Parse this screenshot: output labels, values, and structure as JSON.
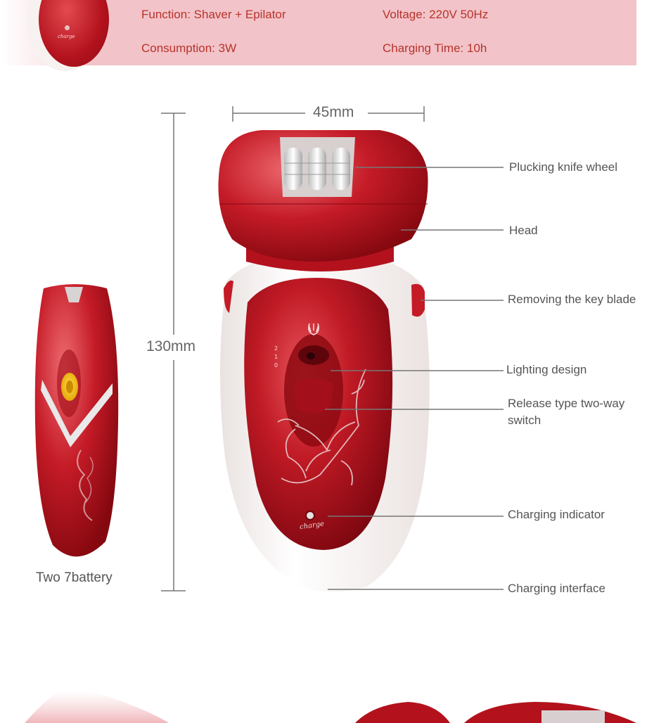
{
  "specs": {
    "function": "Function: Shaver + Epilator",
    "voltage": "Voltage: 220V 50Hz",
    "consumption": "Consumption: 3W",
    "charging_time": "Charging Time: 10h"
  },
  "dimensions": {
    "width": "45mm",
    "height": "130mm"
  },
  "side_caption": "Two 7battery",
  "device_text": {
    "charge": "charge",
    "switch_marks": "2 1 0"
  },
  "callouts": [
    {
      "label": "Plucking knife wheel"
    },
    {
      "label": "Head"
    },
    {
      "label": "Removing the key blade"
    },
    {
      "label": "Lighting design"
    },
    {
      "label": "Release type two-way switch"
    },
    {
      "label": "Charging indicator"
    },
    {
      "label": "Charging interface"
    }
  ],
  "colors": {
    "banner": "#f2c3c8",
    "spec_text": "#b8332c",
    "device_red": "#b3121d",
    "device_white": "#f7f2f0"
  }
}
